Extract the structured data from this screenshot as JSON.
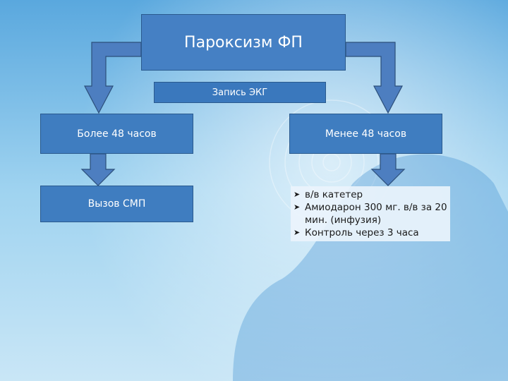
{
  "diagram": {
    "title": "Пароксизм ФП",
    "ecg": "Запись ЭКГ",
    "branch_left": "Более 48 часов",
    "branch_right": "Менее 48 часов",
    "left_action": "Вызов СМП",
    "right_actions": [
      "в/в катетер",
      "Амиодарон 300 мг. в/в за 20 мин. (инфузия)",
      "Контроль через 3 часа"
    ],
    "bullet_glyph": "➤"
  },
  "colors": {
    "box_fill": "#3f7dc0",
    "arrow_fill": "#4d7ec0",
    "arrow_stroke": "#2c4f7a",
    "background": "#9fd0ef"
  }
}
